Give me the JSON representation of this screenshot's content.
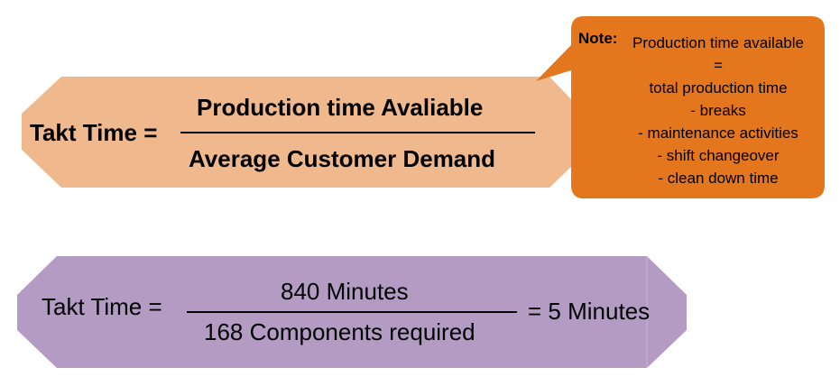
{
  "colors": {
    "peach": "#f0b98d",
    "orange": "#e4761d",
    "purple": "#b39bc4"
  },
  "formula1": {
    "lhs": "Takt Time =",
    "numerator": "Production time Avaliable",
    "denominator": "Average Customer Demand"
  },
  "note": {
    "label": "Note:",
    "lines": [
      "Production time available",
      "=",
      "total production time",
      "- breaks",
      "- maintenance activities",
      "- shift changeover",
      "- clean down time"
    ]
  },
  "formula2": {
    "lhs": "Takt Time =",
    "numerator": "840 Minutes",
    "denominator": "168 Components required",
    "result": "= 5 Minutes"
  }
}
